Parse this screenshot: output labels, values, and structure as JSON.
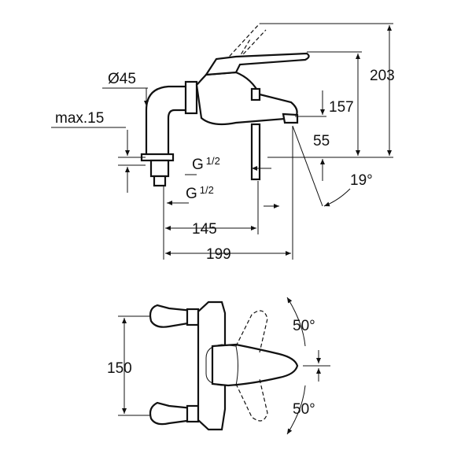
{
  "title": "Bath/shower mixer dimension drawing",
  "side_view": {
    "diameter": "Ø45",
    "max_depth": "max.15",
    "thread_1": "G",
    "thread_1_frac": "1/2",
    "thread_2": "G",
    "thread_2_frac": "1/2",
    "height_total": "203",
    "height_lever": "157",
    "height_spout": "55",
    "angle": "19°",
    "projection_1": "145",
    "projection_2": "199"
  },
  "top_view": {
    "centers": "150",
    "angle_upper": "50°",
    "angle_lower": "50°"
  }
}
